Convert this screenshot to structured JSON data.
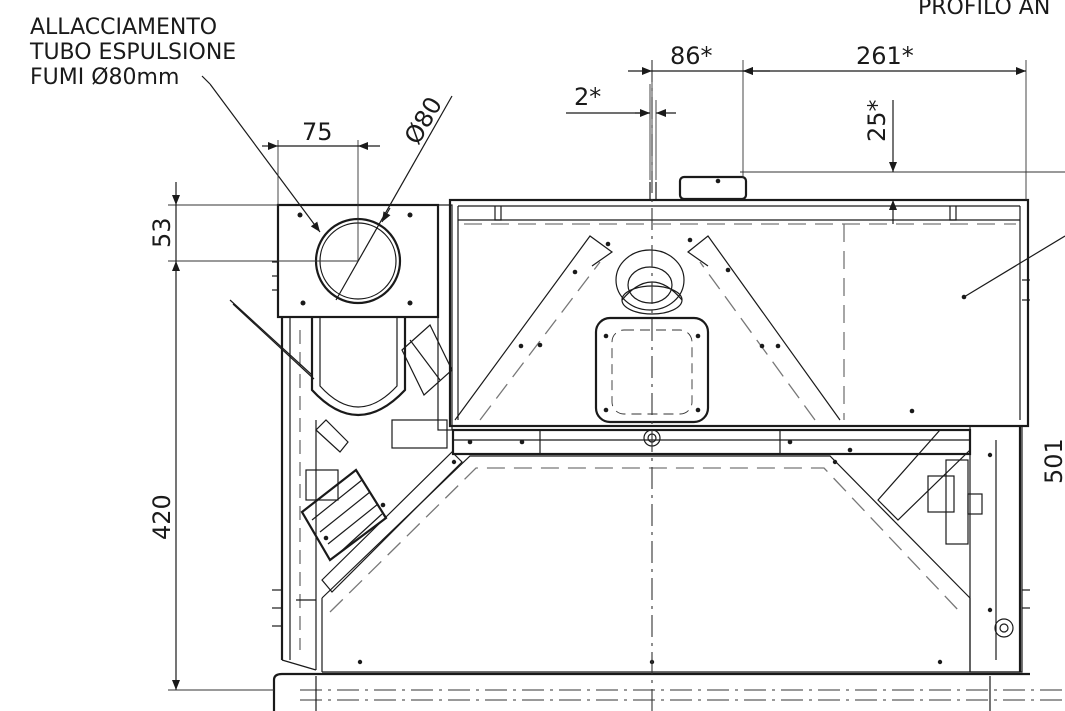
{
  "notes": {
    "header_partial": "PROFILO AN",
    "flue_line1": "ALLACCIAMENTO",
    "flue_line2": "TUBO ESPULSIONE",
    "flue_line3": "FUMI Ø80mm"
  },
  "dimensions": {
    "d_86": "86*",
    "d_261": "261*",
    "d_2": "2*",
    "d_25": "25*",
    "d_75": "75",
    "d_phi80": "Ø80",
    "d_53": "53",
    "d_420": "420",
    "d_501": "501"
  }
}
